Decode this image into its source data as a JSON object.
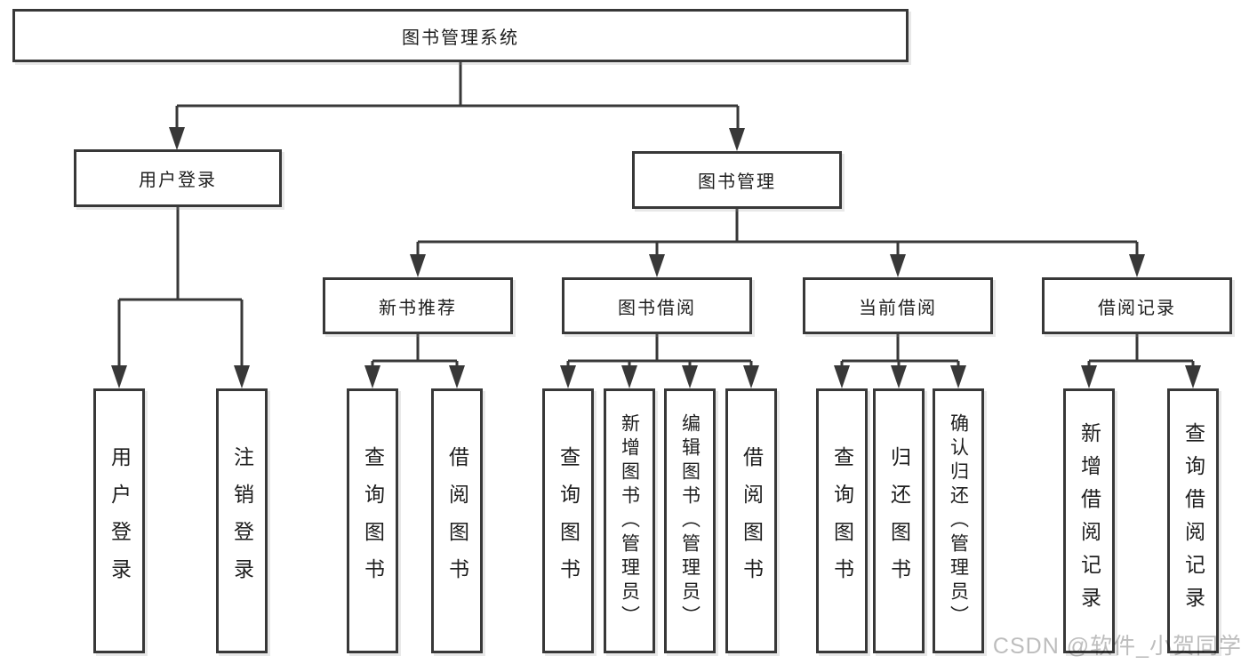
{
  "tree": {
    "label": "图书管理系统",
    "children": [
      {
        "label": "用户登录",
        "children": [
          {
            "label": "用户登录"
          },
          {
            "label": "注销登录"
          }
        ]
      },
      {
        "label": "图书管理",
        "children": [
          {
            "label": "新书推荐",
            "children": [
              {
                "label": "查询图书"
              },
              {
                "label": "借阅图书"
              }
            ]
          },
          {
            "label": "图书借阅",
            "children": [
              {
                "label": "查询图书"
              },
              {
                "label": "新增图书（管理员）"
              },
              {
                "label": "编辑图书（管理员）"
              },
              {
                "label": "借阅图书"
              }
            ]
          },
          {
            "label": "当前借阅",
            "children": [
              {
                "label": "查询图书"
              },
              {
                "label": "归还图书"
              },
              {
                "label": "确认归还（管理员）"
              }
            ]
          },
          {
            "label": "借阅记录",
            "children": [
              {
                "label": "新增借阅记录"
              },
              {
                "label": "查询借阅记录"
              }
            ]
          }
        ]
      }
    ]
  },
  "watermark": {
    "text": "CSDN @软件_小贺同学"
  },
  "colors": {
    "line": "#383838",
    "box_border": "#383838",
    "text": "#1e1e1e",
    "background": "#ffffff",
    "watermark": "#bdbdbd"
  }
}
